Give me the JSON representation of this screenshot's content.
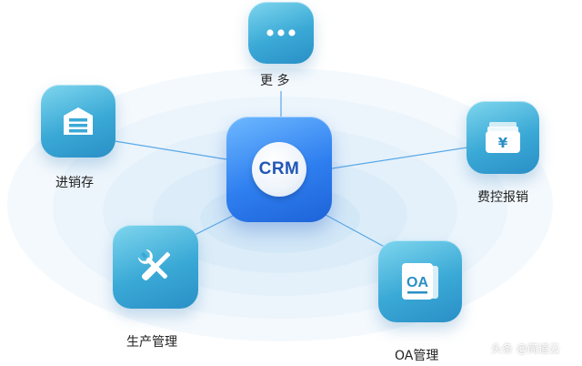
{
  "center": {
    "label": "CRM"
  },
  "modules": [
    {
      "id": "more",
      "label": "更  多",
      "icon": "more-dots-icon"
    },
    {
      "id": "inventory",
      "label": "进销存",
      "icon": "warehouse-icon"
    },
    {
      "id": "expense",
      "label": "费控报销",
      "icon": "money-stack-icon",
      "icon_text": "¥"
    },
    {
      "id": "production",
      "label": "生产管理",
      "icon": "wrench-screwdriver-icon"
    },
    {
      "id": "oa",
      "label": "OA管理",
      "icon": "oa-document-icon",
      "icon_text": "OA"
    }
  ],
  "watermark": "头条 @简道云",
  "colors": {
    "tile_gradient": [
      "#7fd6ee",
      "#2a8fc6"
    ],
    "hub_gradient": [
      "#6eb9ff",
      "#1d63d8"
    ],
    "connector": "#5aa8e6",
    "ring": "#e3f1fb",
    "hub_text": "#2157b8"
  }
}
